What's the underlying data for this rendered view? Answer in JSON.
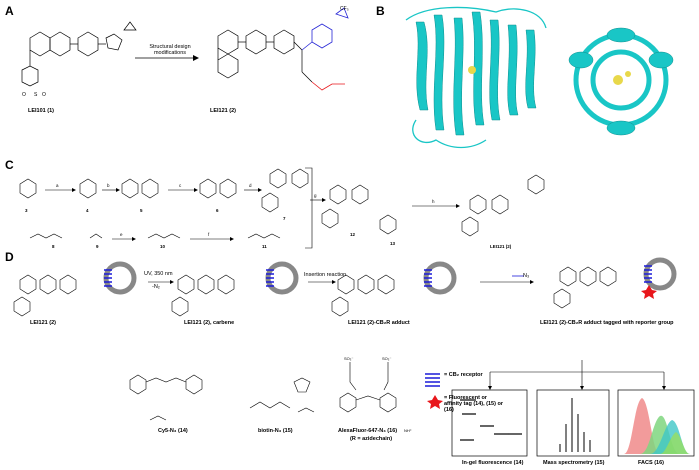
{
  "panels": {
    "A": "A",
    "B": "B",
    "C": "C",
    "D": "D"
  },
  "panelA": {
    "compound1": "LEI101 (1)",
    "compound2": "LEI121 (2)",
    "arrow_label": "Structural design modifications"
  },
  "panelC": {
    "steps": [
      "a",
      "b",
      "c",
      "d",
      "e",
      "f",
      "g",
      "h"
    ],
    "compounds": [
      "3",
      "4",
      "5",
      "6",
      "7",
      "8",
      "9",
      "10",
      "11",
      "12",
      "13"
    ],
    "product": "LEI121 (2)"
  },
  "panelD": {
    "lei121": "LEI121 (2)",
    "arrow1_top": "UV, 350 nm",
    "arrow1_bottom": "-N₂",
    "carbene": "LEI121 (2), carbene",
    "arrow2": "Insertion reaction",
    "adduct": "LEI121 (2)-CB₂R adduct",
    "azide": "N₃",
    "tagged": "LEI121 (2)-CB₂R adduct tagged with reporter group",
    "legend_receptor": "= CB₂ receptor",
    "legend_tag": "= Fluorescent or affinity tag (14), (15) or (16)",
    "reagent14": "Cy5-N₃ (14)",
    "reagent15": "biotin-N₃ (15)",
    "reagent16": "AlexaFluor-647-N₃ (16)",
    "reagent16_note": "(R = azidechain)",
    "readout1": "In-gel fluorescence (14)",
    "readout2": "Mass spectrometry (15)",
    "readout3": "FACS (16)"
  },
  "colors": {
    "protein": "#19c6c6",
    "tag_red": "#e8161b",
    "receptor_blue": "#1b1bd8",
    "linker_blue": "#2626d6"
  }
}
